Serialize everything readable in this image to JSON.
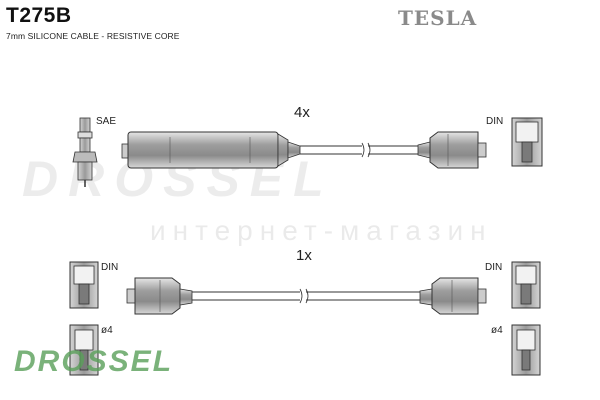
{
  "header": {
    "part_number": "T275B",
    "subtitle": "7mm SILICONE CABLE - RESISTIVE CORE",
    "brand": "TESLA"
  },
  "diagram": {
    "top_row": {
      "quantity": "4x",
      "left_label": "SAE",
      "right_label": "DIN"
    },
    "bottom_row": {
      "quantity": "1x",
      "left_label": "DIN",
      "right_label": "DIN",
      "left_sub_label": "ø4",
      "right_sub_label": "ø4"
    }
  },
  "watermark": {
    "main": "DROSSEL",
    "sub": "интернет-магазин",
    "logo": "DROSSEL"
  },
  "colors": {
    "part_fill": "#bdbdbd",
    "outline": "#333333",
    "brand_gray": "#8a8a8a",
    "logo_green": "#5aa05a"
  }
}
